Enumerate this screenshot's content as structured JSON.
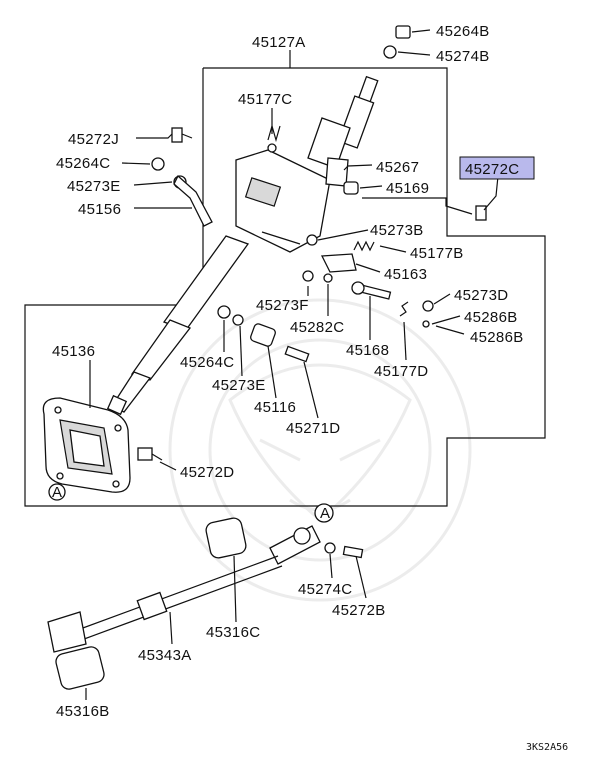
{
  "diagram": {
    "figure_code": "3KS2A56",
    "highlight_color": "#b9b9ec",
    "detail_marker": "A",
    "labels": {
      "p45127A": "45127A",
      "p45264B": "45264B",
      "p45274B": "45274B",
      "p45177C": "45177C",
      "p45272J": "45272J",
      "p45264C_a": "45264C",
      "p45273E_a": "45273E",
      "p45156": "45156",
      "p45267": "45267",
      "p45169": "45169",
      "p45272C": "45272C",
      "p45273B": "45273B",
      "p45177B": "45177B",
      "p45163": "45163",
      "p45273D": "45273D",
      "p45286B_a": "45286B",
      "p45286B_b": "45286B",
      "p45273F": "45273F",
      "p45282C": "45282C",
      "p45168": "45168",
      "p45177D": "45177D",
      "p45136": "45136",
      "p45264C_b": "45264C",
      "p45273E_b": "45273E",
      "p45116": "45116",
      "p45271D": "45271D",
      "p45272D": "45272D",
      "p45274C": "45274C",
      "p45272B": "45272B",
      "p45316C": "45316C",
      "p45343A": "45343A",
      "p45316B": "45316B"
    }
  }
}
